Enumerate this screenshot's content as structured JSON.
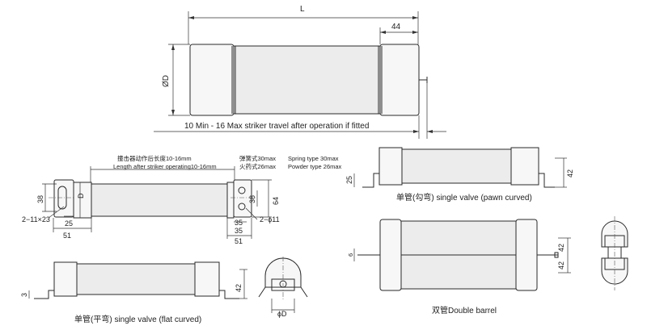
{
  "labels": {
    "length": "L",
    "cap_width": "44",
    "diameter_top": "ØD",
    "travel_note": "10 Min - 16 Max striker travel after operation if fitted",
    "cn_length_after": "撞击器动作后长度10-16mm",
    "en_length_after": "Length after striker operating10-16mm",
    "cn_spring": "弹簧式30max",
    "cn_powder": "火药式26max",
    "en_spring": "Spring type 30max",
    "en_powder": "Powder type 26max",
    "dim_38": "38",
    "dim_d": "D",
    "dim_25": "25",
    "dim_2x11x23": "2−11×23",
    "dim_51_left": "51",
    "dim_35_a": "35",
    "dim_38_right": "38",
    "dim_64": "64",
    "dim_35_b": "35",
    "dim_2phi11": "2−ϕ11",
    "dim_51_right": "51",
    "pawn_dim_25": "25",
    "pawn_dim_42": "42",
    "pawn_caption": "单管(勾弯) single valve (pawn curved)",
    "flat_dim_3": "3",
    "flat_dim_42": "42",
    "flat_caption": "单管(平弯) single valve (flat curved)",
    "end_phi_d": "ϕD",
    "db_dim_6": "6",
    "db_dim_42_a": "42",
    "db_dim_42_b": "42",
    "db_caption": "双管Double barrel"
  }
}
